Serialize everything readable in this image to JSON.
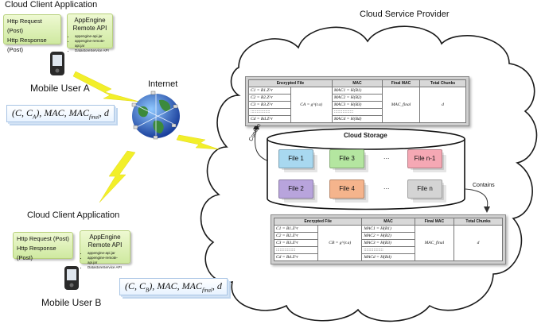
{
  "client_a": {
    "title": "Cloud Client Application",
    "http_request": "Http Request (Post)",
    "http_response": "Http Response (Post)",
    "api_title_1": "AppEngine",
    "api_title_2": "Remote API",
    "api_items": [
      "appengine-api.jar",
      "appengine-remote-api.jar",
      "DatastoreService API"
    ],
    "user_label": "Mobile User A",
    "tuple": "(C, C_A), MAC, MAC_final, d"
  },
  "client_b": {
    "title": "Cloud Client Application",
    "http_request": "Http Request (Post)",
    "http_response": "Http Response (Post)",
    "api_title_1": "AppEngine",
    "api_title_2": "Remote API",
    "api_items": [
      "appengine-api.jar",
      "appengine-remote-api.jar",
      "DatastoreService API"
    ],
    "user_label": "Mobile User B",
    "tuple": "(C, C_B), MAC, MAC_final, d"
  },
  "internet_label": "Internet",
  "provider_title": "Cloud Service Provider",
  "storage_title": "Cloud Storage",
  "contain_label": "Contain",
  "contains_label": "Contains",
  "files": {
    "f1": "File 1",
    "f2": "File 2",
    "f3": "File 3",
    "f4": "File 4",
    "fn1": "File n-1",
    "fn": "File n",
    "dots": "..."
  },
  "table_headers": {
    "encrypted": "Encrypted File",
    "mac": "MAC",
    "final": "Final MAC",
    "total": "Total Chunks"
  },
  "table_a": {
    "rows": [
      "C1 = B1.Z^r",
      "C2 = B2.Z^r",
      "C3 = B3.Z^r",
      "::::::::::::::::",
      "Cd = Bd.Z^r"
    ],
    "key": "CA = g^(r.a)",
    "macs": [
      "MAC1 = H(B1)",
      "MAC2 = H(B2)",
      "MAC3 = H(B3)",
      "::::::::::::::::",
      "MACd = H(Bd)"
    ],
    "final": "MAC_final",
    "total": "d"
  },
  "table_b": {
    "rows": [
      "C1 = B1.Z^r",
      "C2 = B2.Z^r",
      "C3 = B3.Z^r",
      "::::::::::::::::",
      "Cd = Bd.Z^r"
    ],
    "key": "CB = g^(r.a)",
    "macs": [
      "MAC1 = H(B1)",
      "MAC2 = H(B2)",
      "MAC3 = H(B3)",
      "::::::::::::::::",
      "MACd = H(Bd)"
    ],
    "final": "MAC_final",
    "total": "d"
  },
  "colors": {
    "green_box": "#d6edb0",
    "lightning": "#f2ef2a",
    "file_blue": "#a8d8f0",
    "file_green": "#b4e6a0",
    "file_pink": "#f5a8b4",
    "file_purple": "#b8a4dc",
    "file_orange": "#f5b48c",
    "file_grey": "#d4d4d4"
  },
  "icons": [
    "phone-icon",
    "globe-icon",
    "cloud-icon",
    "lightning-icon",
    "cylinder-icon"
  ]
}
